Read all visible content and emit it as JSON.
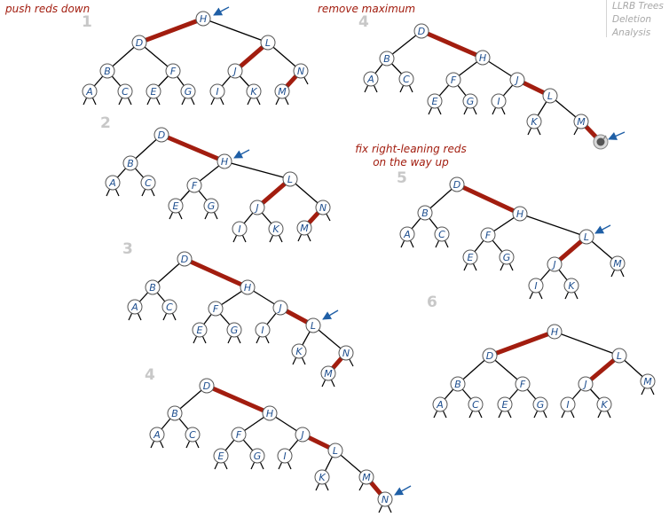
{
  "captions": {
    "push_reds_down": "push reds down",
    "remove_maximum": "remove maximum",
    "fix_right_leaning": [
      "fix right-leaning reds",
      "on the way up"
    ]
  },
  "side_menu": [
    "LLRB Trees",
    "Deletion",
    "Analysis"
  ],
  "colors": {
    "red_link": "#a21d0f",
    "black_link": "#000000",
    "arrow": "#1f5fa6",
    "step_number": "#c8c8c8"
  },
  "icons": {
    "deleted_node": "bomb-icon",
    "pointer": "arrow-icon"
  },
  "steps": [
    {
      "label": "1",
      "nodes": [
        "H",
        "D",
        "L",
        "B",
        "F",
        "J",
        "N",
        "A",
        "C",
        "E",
        "G",
        "I",
        "K",
        "M"
      ],
      "red_links": [
        "D-H",
        "J-L",
        "M-N"
      ],
      "current": "H"
    },
    {
      "label": "2",
      "nodes": [
        "D",
        "B",
        "H",
        "A",
        "C",
        "F",
        "L",
        "E",
        "G",
        "J",
        "N",
        "I",
        "K",
        "M"
      ],
      "red_links": [
        "D-H",
        "J-L",
        "M-N"
      ],
      "current": "H"
    },
    {
      "label": "3",
      "nodes": [
        "D",
        "B",
        "H",
        "A",
        "C",
        "F",
        "J",
        "E",
        "G",
        "I",
        "L",
        "K",
        "N",
        "M"
      ],
      "red_links": [
        "D-H",
        "J-L",
        "M-N"
      ],
      "current": "L"
    },
    {
      "label": "4",
      "nodes": [
        "D",
        "B",
        "H",
        "A",
        "C",
        "F",
        "J",
        "E",
        "G",
        "I",
        "L",
        "K",
        "M",
        "N"
      ],
      "red_links": [
        "D-H",
        "J-L",
        "M-N"
      ],
      "current": "N"
    },
    {
      "label": "4",
      "nodes": [
        "D",
        "B",
        "H",
        "A",
        "C",
        "F",
        "J",
        "E",
        "G",
        "I",
        "L",
        "K",
        "M"
      ],
      "red_links": [
        "D-H",
        "J-L",
        "M-deleted"
      ],
      "current": "deleted"
    },
    {
      "label": "5",
      "nodes": [
        "D",
        "B",
        "H",
        "A",
        "C",
        "F",
        "L",
        "E",
        "G",
        "J",
        "M",
        "I",
        "K"
      ],
      "red_links": [
        "D-H",
        "J-L"
      ],
      "current": "L"
    },
    {
      "label": "6",
      "nodes": [
        "H",
        "D",
        "L",
        "B",
        "F",
        "J",
        "M",
        "A",
        "C",
        "E",
        "G",
        "I",
        "K"
      ],
      "red_links": [
        "D-H",
        "J-L"
      ],
      "current": null
    }
  ]
}
